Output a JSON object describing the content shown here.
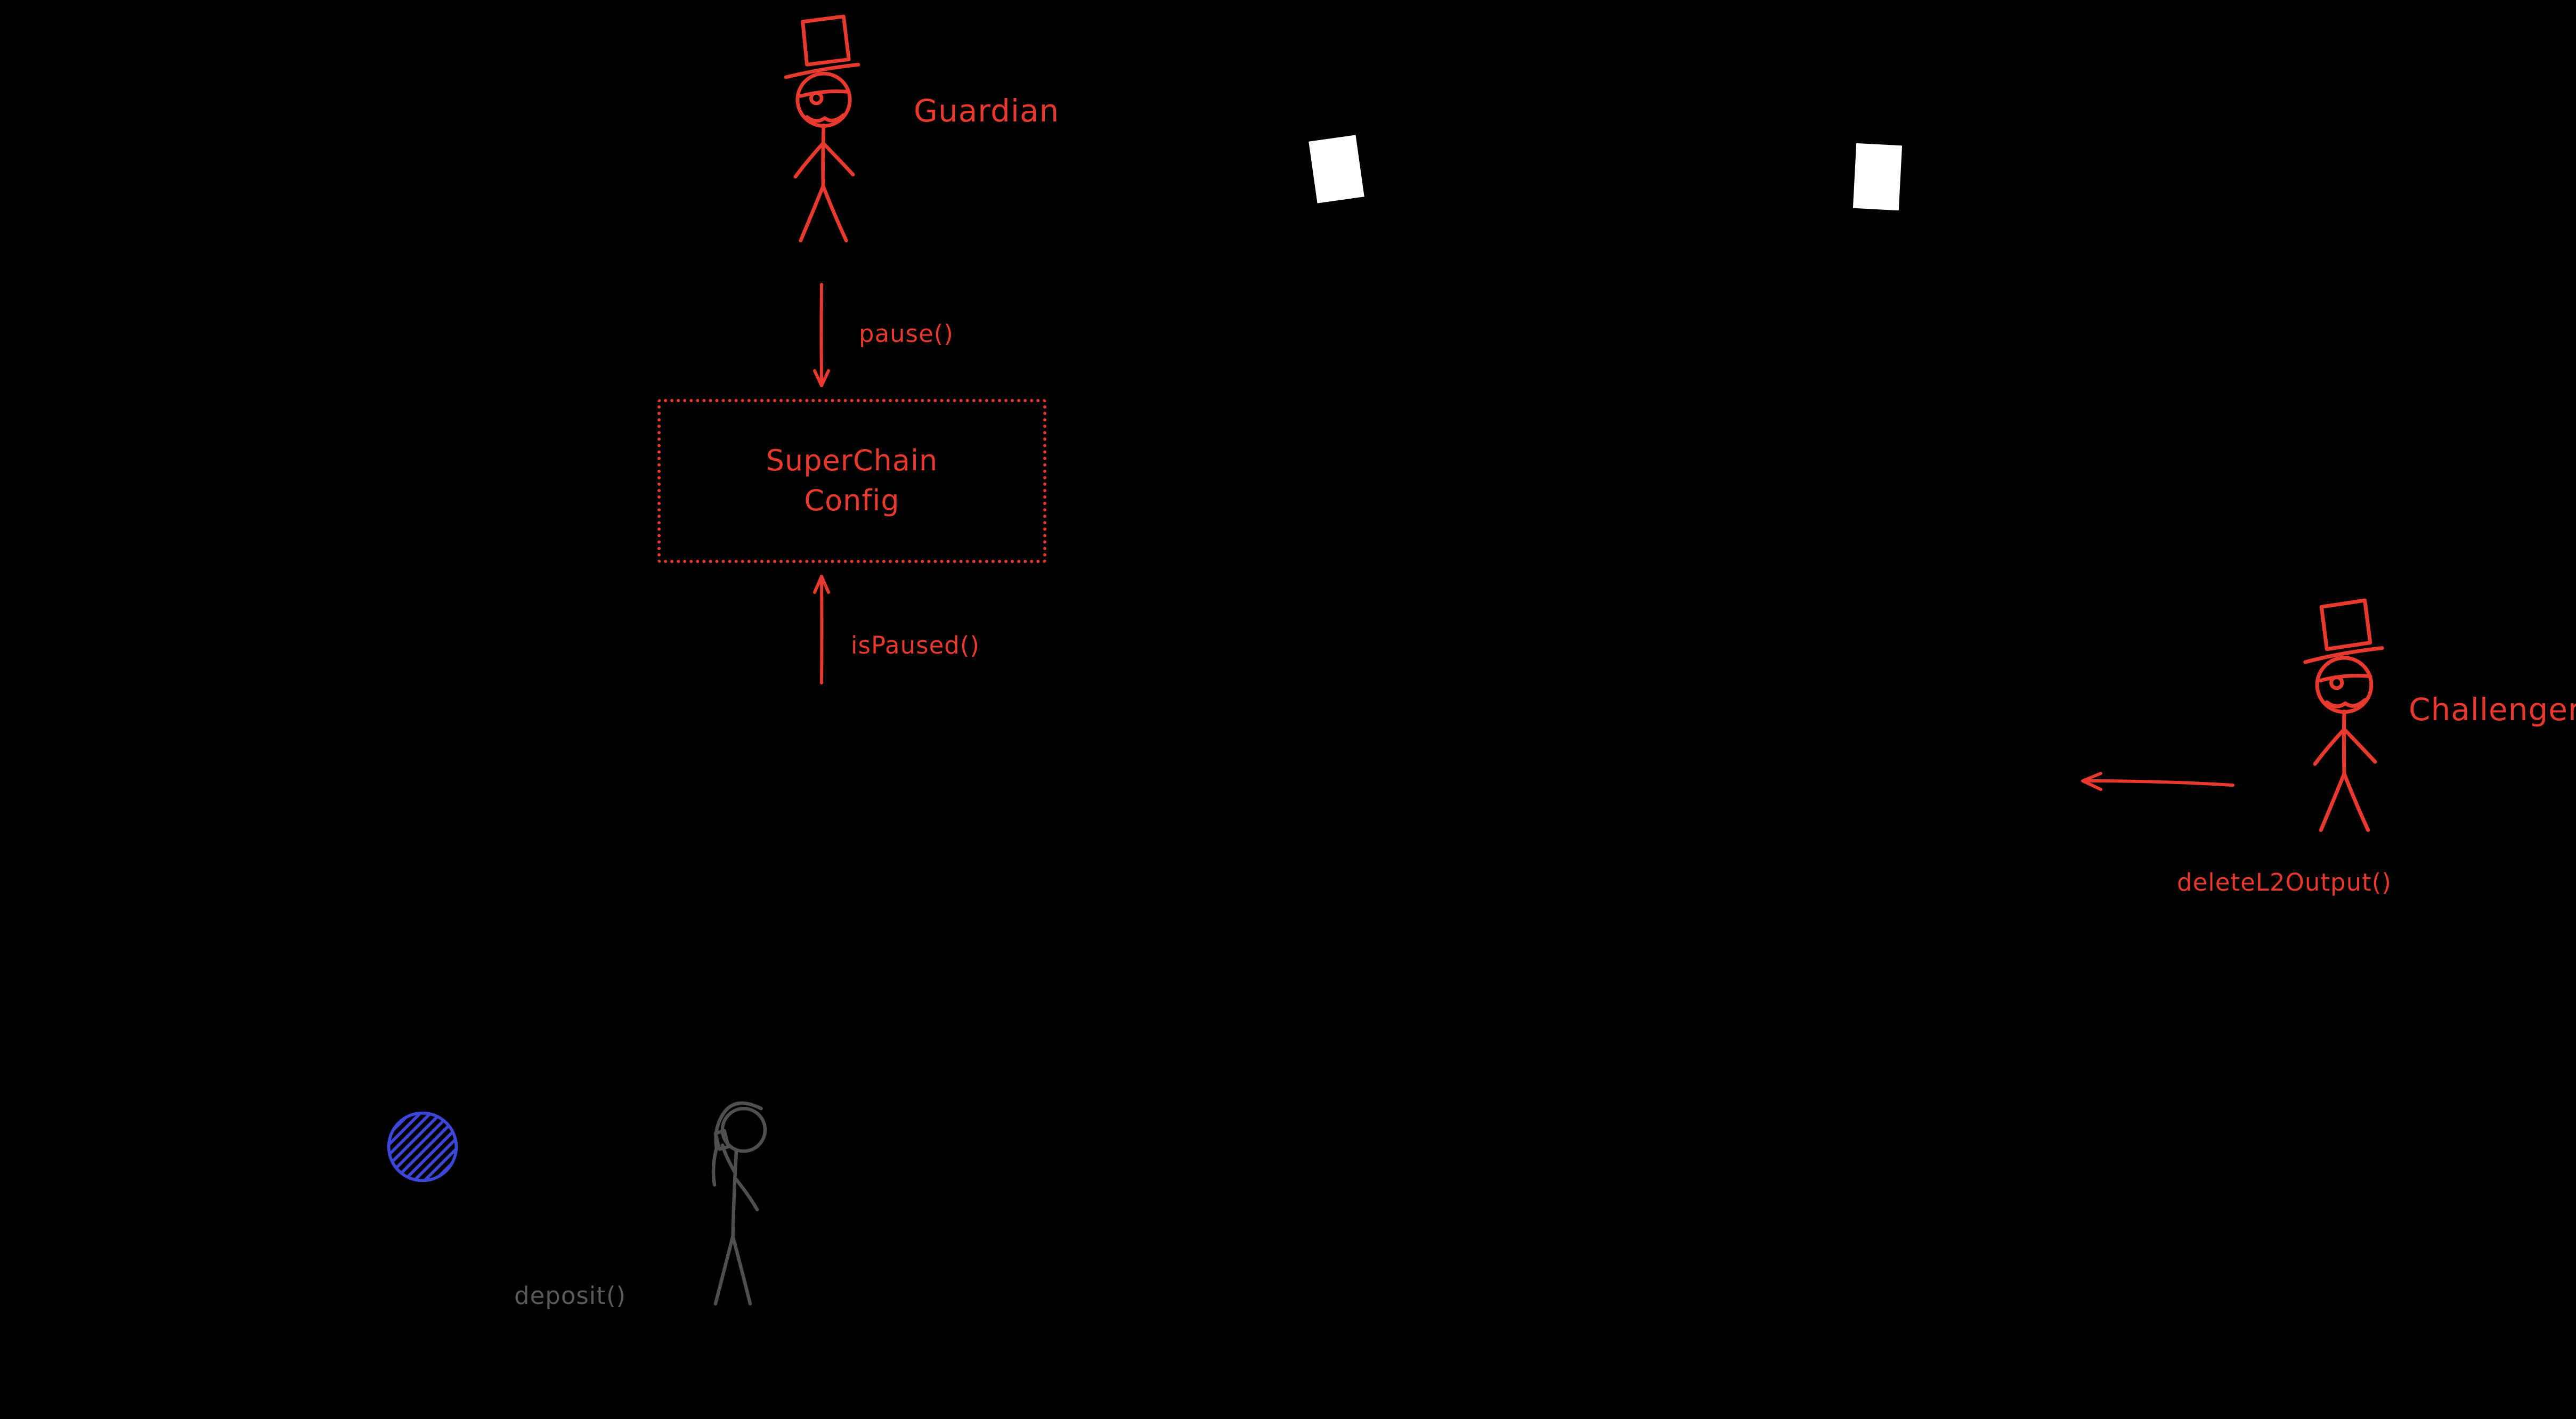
{
  "diagram": {
    "background": "#000000",
    "accent_red": "#e8392e",
    "accent_blue": "#3b46d8",
    "muted_gray": "#5a5a5a",
    "actors": {
      "guardian": {
        "label": "Guardian",
        "icon": "masked-tophat-figure-icon"
      },
      "challenger": {
        "label": "Challenger",
        "icon": "masked-tophat-figure-icon"
      },
      "depositor": {
        "icon": "person-with-phone-figure-icon"
      }
    },
    "nodes": {
      "superchain_config": {
        "line1": "SuperChain",
        "line2": "Config"
      }
    },
    "calls": {
      "pause": {
        "label": "pause()"
      },
      "is_paused": {
        "label": "isPaused()"
      },
      "delete_l2_output": {
        "label": "deleteL2Output()"
      },
      "deposit": {
        "label": "deposit()"
      }
    },
    "icons": {
      "documents": [
        "document-icon",
        "document-icon"
      ],
      "token": "eth-token-icon"
    }
  }
}
